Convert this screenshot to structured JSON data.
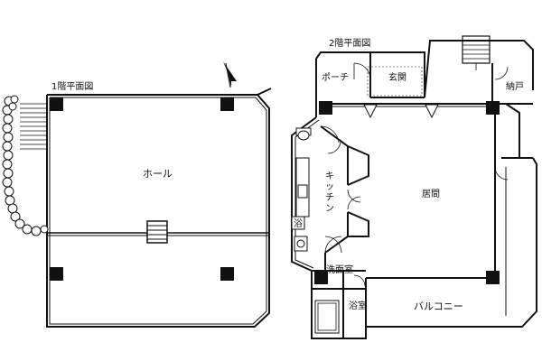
{
  "floor1": {
    "title": "1階平面図",
    "rooms": {
      "hall": "ホール"
    }
  },
  "floor2": {
    "title": "2階平面図",
    "rooms": {
      "porch": "ポーチ",
      "entrance": "玄関",
      "storage": "納戸",
      "kitchen": "キッチン",
      "living": "居間",
      "washroom": "洗面室",
      "bathroom": "浴室",
      "balcony": "バルコニー",
      "small_mark": "浴"
    }
  },
  "colors": {
    "wall": "#111111",
    "column": "#111111",
    "stone_fill": "#ffffff"
  },
  "icons": [
    "north-arrow-icon",
    "toilet-icon",
    "sink-icon",
    "stairs-icon",
    "bathtub-icon"
  ]
}
